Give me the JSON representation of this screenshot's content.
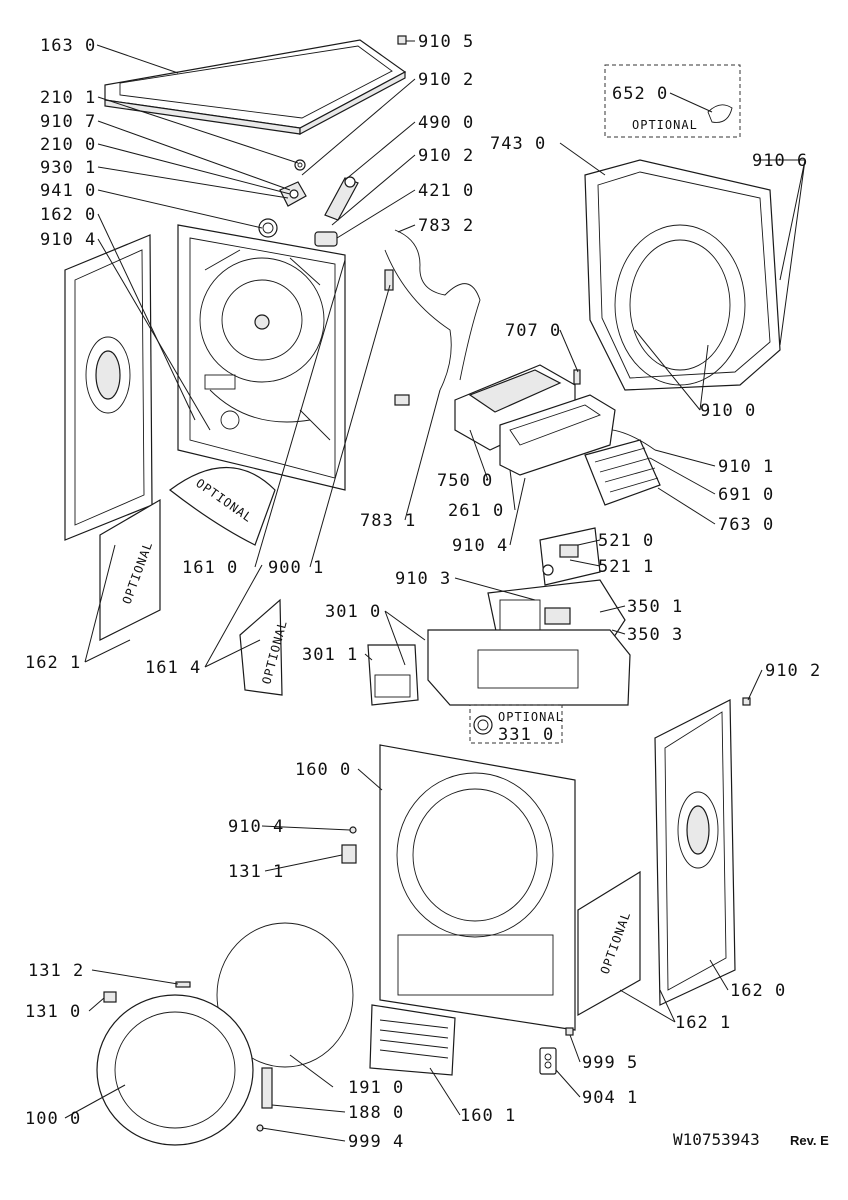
{
  "callouts": [
    {
      "id": "c-1630",
      "text": "163 0"
    },
    {
      "id": "c-9105",
      "text": "910 5"
    },
    {
      "id": "c-2101",
      "text": "210 1"
    },
    {
      "id": "c-9102a",
      "text": "910 2"
    },
    {
      "id": "c-9107",
      "text": "910 7"
    },
    {
      "id": "c-4900",
      "text": "490 0"
    },
    {
      "id": "c-2100",
      "text": "210 0"
    },
    {
      "id": "c-9102b",
      "text": "910 2"
    },
    {
      "id": "c-9301",
      "text": "930 1"
    },
    {
      "id": "c-4210",
      "text": "421 0"
    },
    {
      "id": "c-9410",
      "text": "941 0"
    },
    {
      "id": "c-7832",
      "text": "783 2"
    },
    {
      "id": "c-1620",
      "text": "162 0"
    },
    {
      "id": "c-9104a",
      "text": "910 4"
    },
    {
      "id": "c-6520",
      "text": "652 0"
    },
    {
      "id": "c-7430",
      "text": "743 0"
    },
    {
      "id": "c-9106",
      "text": "910 6"
    },
    {
      "id": "c-7070",
      "text": "707 0"
    },
    {
      "id": "c-9100",
      "text": "910 0"
    },
    {
      "id": "c-9101",
      "text": "910 1"
    },
    {
      "id": "c-7500",
      "text": "750 0"
    },
    {
      "id": "c-6910",
      "text": "691 0"
    },
    {
      "id": "c-7831",
      "text": "783 1"
    },
    {
      "id": "c-2610",
      "text": "261 0"
    },
    {
      "id": "c-7630",
      "text": "763 0"
    },
    {
      "id": "c-9104b",
      "text": "910 4"
    },
    {
      "id": "c-5210",
      "text": "521 0"
    },
    {
      "id": "c-1610",
      "text": "161 0"
    },
    {
      "id": "c-9001",
      "text": "900 1"
    },
    {
      "id": "c-5211",
      "text": "521 1"
    },
    {
      "id": "c-9103",
      "text": "910 3"
    },
    {
      "id": "c-3501",
      "text": "350 1"
    },
    {
      "id": "c-3010",
      "text": "301 0"
    },
    {
      "id": "c-3503",
      "text": "350 3"
    },
    {
      "id": "c-1621a",
      "text": "162 1"
    },
    {
      "id": "c-1614",
      "text": "161 4"
    },
    {
      "id": "c-3011",
      "text": "301 1"
    },
    {
      "id": "c-9102c",
      "text": "910 2"
    },
    {
      "id": "c-3310",
      "text": "331 0"
    },
    {
      "id": "c-1600",
      "text": "160 0"
    },
    {
      "id": "c-9104c",
      "text": "910 4"
    },
    {
      "id": "c-1311",
      "text": "131 1"
    },
    {
      "id": "c-1620b",
      "text": "162 0"
    },
    {
      "id": "c-1312",
      "text": "131 2"
    },
    {
      "id": "c-1310",
      "text": "131 0"
    },
    {
      "id": "c-9995",
      "text": "999 5"
    },
    {
      "id": "c-1621b",
      "text": "162 1"
    },
    {
      "id": "c-1910",
      "text": "191 0"
    },
    {
      "id": "c-9041",
      "text": "904 1"
    },
    {
      "id": "c-1880",
      "text": "188 0"
    },
    {
      "id": "c-1000",
      "text": "100 0"
    },
    {
      "id": "c-1601",
      "text": "160 1"
    },
    {
      "id": "c-9994",
      "text": "999 4"
    }
  ],
  "optional_labels": {
    "box_652": "OPTIONAL",
    "shield_161": "OPTIONAL",
    "panel_162_left": "OPTIONAL",
    "panel_161_4": "OPTIONAL",
    "box_331": "OPTIONAL",
    "panel_162_right": "OPTIONAL"
  },
  "document_number": "W10753943",
  "revision": "Rev. E"
}
